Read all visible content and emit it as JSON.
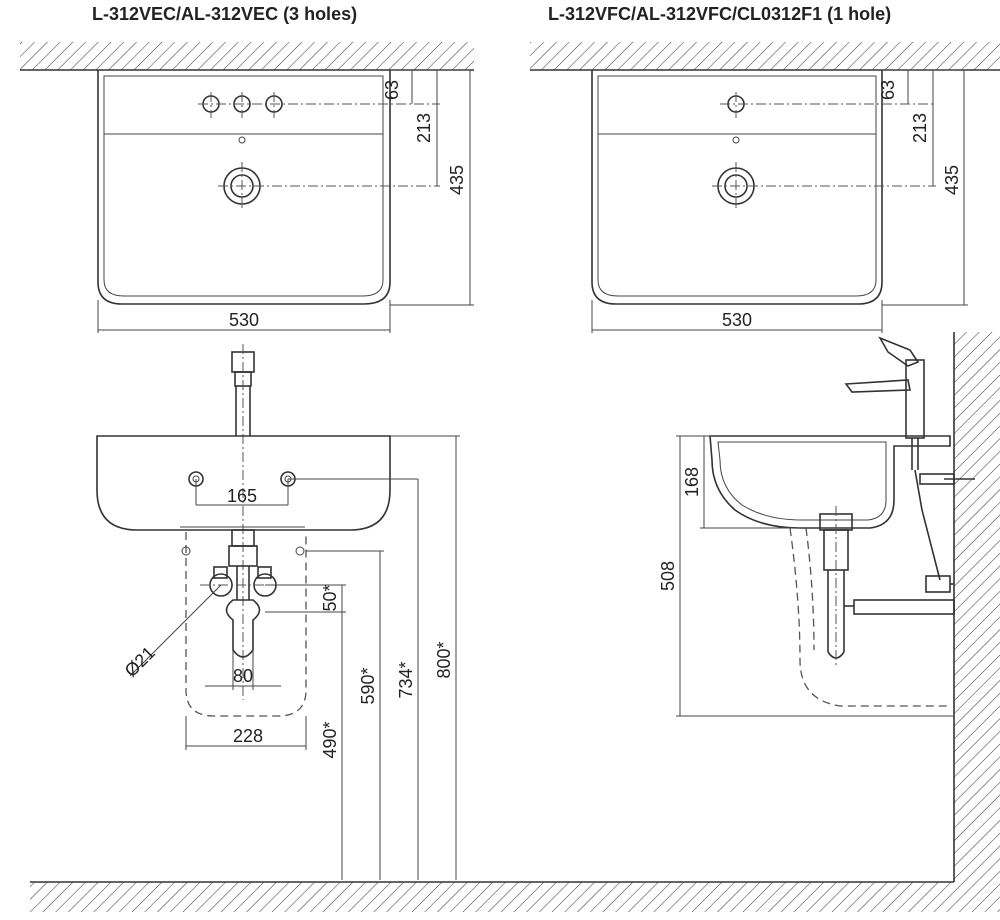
{
  "titles": {
    "left": "L-312VEC/AL-312VEC (3 holes)",
    "right": "L-312VFC/AL-312VFC/CL0312F1 (1 hole)"
  },
  "dimensions": {
    "top_left": {
      "d63": "63",
      "d213": "213",
      "d435": "435",
      "d530": "530"
    },
    "top_right": {
      "d63": "63",
      "d213": "213",
      "d435": "435",
      "d530": "530"
    },
    "front": {
      "d165": "165",
      "d21": "Ø21",
      "d80": "80",
      "d228": "228",
      "d50": "50*",
      "d490": "490*",
      "d590": "590*",
      "d734": "734*",
      "d800": "800*"
    },
    "side": {
      "d168": "168",
      "d508": "508"
    }
  }
}
